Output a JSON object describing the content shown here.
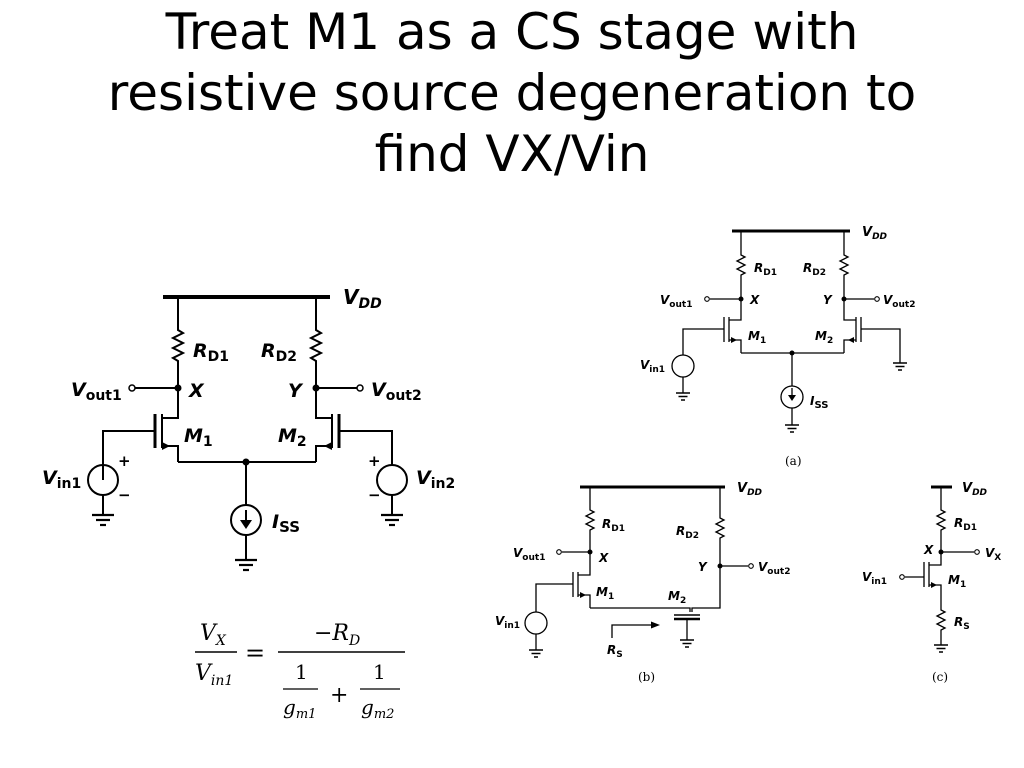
{
  "title": {
    "line1": "Treat M1 as a CS stage with",
    "line2": "resistive source degeneration to",
    "line3": "find VX/Vin"
  },
  "circuit_large": {
    "vdd": "V",
    "vdd_sub": "DD",
    "rd1": "R",
    "rd1_sub": "D1",
    "rd2": "R",
    "rd2_sub": "D2",
    "vout1": "V",
    "vout1_sub": "out1",
    "vout2": "V",
    "vout2_sub": "out2",
    "x": "X",
    "y": "Y",
    "m1": "M",
    "m1_sub": "1",
    "m2": "M",
    "m2_sub": "2",
    "vin1": "V",
    "vin1_sub": "in1",
    "vin2": "V",
    "vin2_sub": "in2",
    "iss": "I",
    "iss_sub": "SS",
    "plus": "+",
    "minus": "−"
  },
  "equation": {
    "lhs_num": "V",
    "lhs_num_sub": "X",
    "lhs_den": "V",
    "lhs_den_sub": "in1",
    "equals": "=",
    "rhs_num": "−R",
    "rhs_num_sub": "D",
    "one": "1",
    "gm1": "g",
    "gm1_sub": "m1",
    "plus": "+",
    "gm2": "g",
    "gm2_sub": "m2"
  },
  "circuit_a": {
    "vdd": "V",
    "vdd_sub": "DD",
    "rd1": "R",
    "rd1_sub": "D1",
    "rd2": "R",
    "rd2_sub": "D2",
    "vout1": "V",
    "vout1_sub": "out1",
    "vout2": "V",
    "vout2_sub": "out2",
    "x": "X",
    "y": "Y",
    "m1": "M",
    "m1_sub": "1",
    "m2": "M",
    "m2_sub": "2",
    "vin1": "V",
    "vin1_sub": "in1",
    "iss": "I",
    "iss_sub": "SS",
    "caption": "(a)"
  },
  "circuit_b": {
    "vdd": "V",
    "vdd_sub": "DD",
    "rd1": "R",
    "rd1_sub": "D1",
    "rd2": "R",
    "rd2_sub": "D2",
    "vout1": "V",
    "vout1_sub": "out1",
    "vout2": "V",
    "vout2_sub": "out2",
    "x": "X",
    "y": "Y",
    "m1": "M",
    "m1_sub": "1",
    "m2": "M",
    "m2_sub": "2",
    "vin1": "V",
    "vin1_sub": "in1",
    "rs": "R",
    "rs_sub": "S",
    "caption": "(b)"
  },
  "circuit_c": {
    "vdd": "V",
    "vdd_sub": "DD",
    "rd1": "R",
    "rd1_sub": "D1",
    "x": "X",
    "vx": "V",
    "vx_sub": "X",
    "vin1": "V",
    "vin1_sub": "in1",
    "m1": "M",
    "m1_sub": "1",
    "rs": "R",
    "rs_sub": "S",
    "caption": "(c)"
  }
}
